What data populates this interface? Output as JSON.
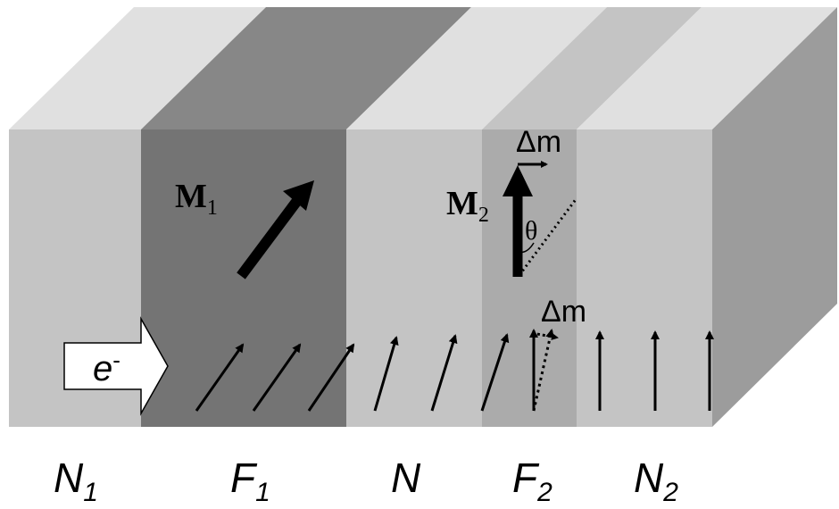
{
  "layers": [
    {
      "id": "N1",
      "letter": "N",
      "sub": "1",
      "front": "#c4c4c4",
      "top": "#e0e0e0"
    },
    {
      "id": "F1",
      "letter": "F",
      "sub": "1",
      "front": "#747474",
      "top": "#878787"
    },
    {
      "id": "N",
      "letter": "N",
      "sub": "",
      "front": "#c4c4c4",
      "top": "#e0e0e0"
    },
    {
      "id": "F2",
      "letter": "F",
      "sub": "2",
      "front": "#ababab",
      "top": "#c4c4c4"
    },
    {
      "id": "N2",
      "letter": "N",
      "sub": "2",
      "front": "#c4c4c4",
      "top": "#e0e0e0"
    }
  ],
  "side_color": "#9c9c9c",
  "electron": {
    "symbol": "e",
    "charge": "-"
  },
  "magnetization_1": {
    "symbol": "M",
    "sub": "1"
  },
  "magnetization_2": {
    "symbol": "M",
    "sub": "2"
  },
  "delta_m_upper": "Δm",
  "delta_m_lower": "Δm",
  "theta": "θ"
}
